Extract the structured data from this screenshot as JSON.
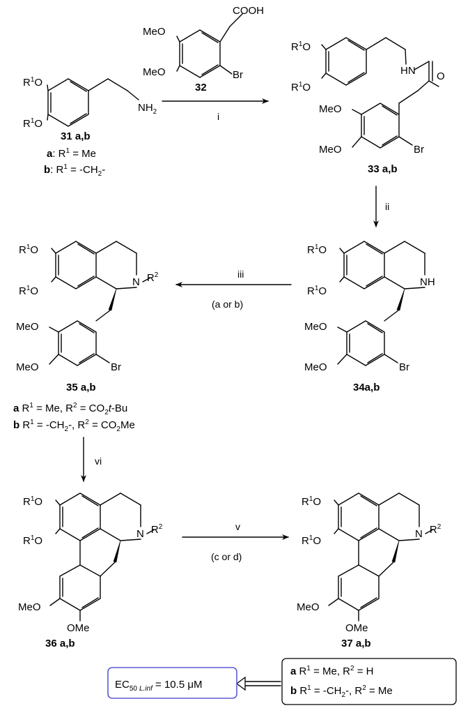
{
  "labels": {
    "cooh": "COOH",
    "meo": "MeO",
    "ome": "OMe",
    "br": "Br",
    "r1o": "R1O",
    "r1_o_prefix": "R",
    "sup1": "1",
    "o": "O",
    "nh2_n": "NH",
    "nh2_sub": "2",
    "hn": "HN",
    "nh": "NH",
    "n": "N",
    "r2_prefix": "R",
    "sup2": "2"
  },
  "compounds": {
    "c31": "31 a,b",
    "c32": "32",
    "c33": "33 a,b",
    "c34": "34a,b",
    "c35": "35 a,b",
    "c36": "36 a,b",
    "c37": "37 a,b"
  },
  "notes31": {
    "a_bold": "a",
    "a_text": ": R",
    "a_tail": " = Me",
    "b_bold": "b",
    "b_text": ": R",
    "b_tail": " = -CH",
    "b_sub": "2",
    "b_end": "-"
  },
  "notes35": {
    "a_bold": "a",
    "a_text": " R",
    "a_mid": " = Me,  R",
    "a_tail": " = CO",
    "a_sub": "2",
    "a_tbu": "t",
    "a_end": "-Bu",
    "b_bold": "b",
    "b_text": " R",
    "b_mid": " = -CH",
    "b_sub": "2",
    "b_mid2": "-, R",
    "b_tail": " = CO",
    "b_sub2": "2",
    "b_end": "Me"
  },
  "notes37": {
    "a_bold": "a",
    "a_text": " R",
    "a_mid": " = Me,  R",
    "a_tail": " = H",
    "b_bold": "b",
    "b_text": " R",
    "b_mid": " = -CH",
    "b_sub": "2",
    "b_mid2": "-, R",
    "b_tail": " = Me"
  },
  "steps": {
    "i": "i",
    "ii": "ii",
    "iii": "iii",
    "iii_cond": "(a or b)",
    "vi": "vi",
    "v": "v",
    "v_cond": "(c or d)"
  },
  "result": {
    "ec": "EC",
    "ec_sub": "50",
    "ec_sub2": "L.inf",
    "ec_tail": " = 10.5 μM",
    "box_border": "#5b5bd6"
  }
}
